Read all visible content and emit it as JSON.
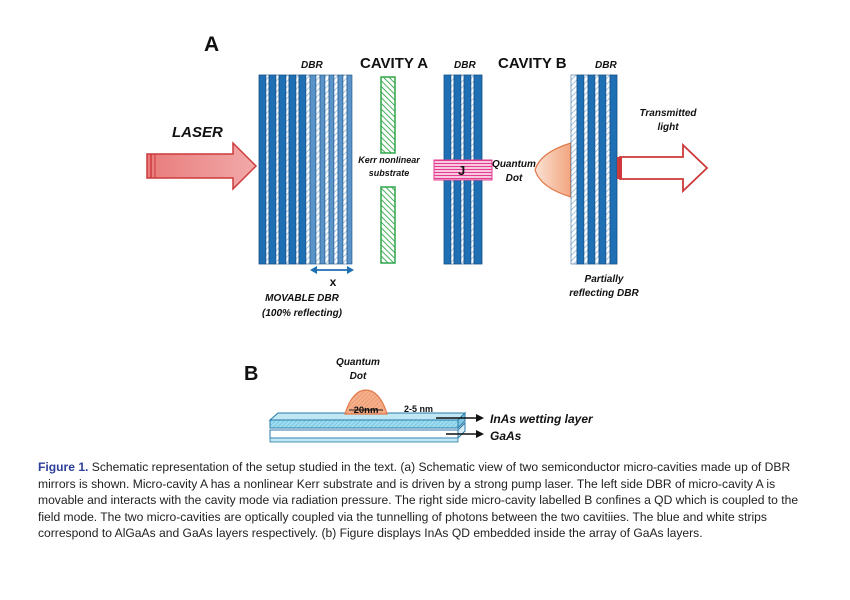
{
  "panel_a": {
    "label": "A",
    "dbr_labels": [
      "DBR",
      "DBR",
      "DBR"
    ],
    "cavity_a_label": "CAVITY A",
    "cavity_b_label": "CAVITY B",
    "laser_label": "LASER",
    "kerr_label_line1": "Kerr nonlinear",
    "kerr_label_line2": "substrate",
    "j_label": "J",
    "qd_label_line1": "Quantum",
    "qd_label_line2": "Dot",
    "transmitted_line1": "Transmitted",
    "transmitted_line2": "light",
    "x_label": "x",
    "movable_line1": "MOVABLE DBR",
    "movable_line2": "(100% reflecting)",
    "partial_line1": "Partially",
    "partial_line2": "reflecting DBR"
  },
  "panel_b": {
    "label": "B",
    "qd_label_line1": "Quantum",
    "qd_label_line2": "Dot",
    "width_label": "20nm",
    "height_label": "2-5 nm",
    "wetting_label": "InAs wetting layer",
    "gaas_label": "GaAs"
  },
  "caption": {
    "figure_label": "Figure 1.",
    "text": "Schematic representation of the setup studied in the text. (a) Schematic view of two semiconductor micro-cavities made up of DBR mirrors is shown. Micro-cavity A has a nonlinear Kerr substrate and is driven by a strong pump laser. The left side DBR of micro-cavity A is movable and interacts with the cavity mode via radiation pressure. The right side micro-cavity labelled B confines a QD which is coupled to the field mode. The two micro-cavities are optically coupled via the tunnelling of photons between the two cavitiies. The blue and white strips correspond to AlGaAs and GaAs layers respectively. (b) Figure displays InAs QD embedded inside the array of GaAs layers."
  },
  "colors": {
    "algaas": "#1f6fb5",
    "gaas": "#ffffff",
    "kerr": "#2fa64a",
    "laser": "#e05a5a",
    "qd": "#f2a57e",
    "coupling": "#e23d8f",
    "caption_label": "#2e3f9b"
  }
}
